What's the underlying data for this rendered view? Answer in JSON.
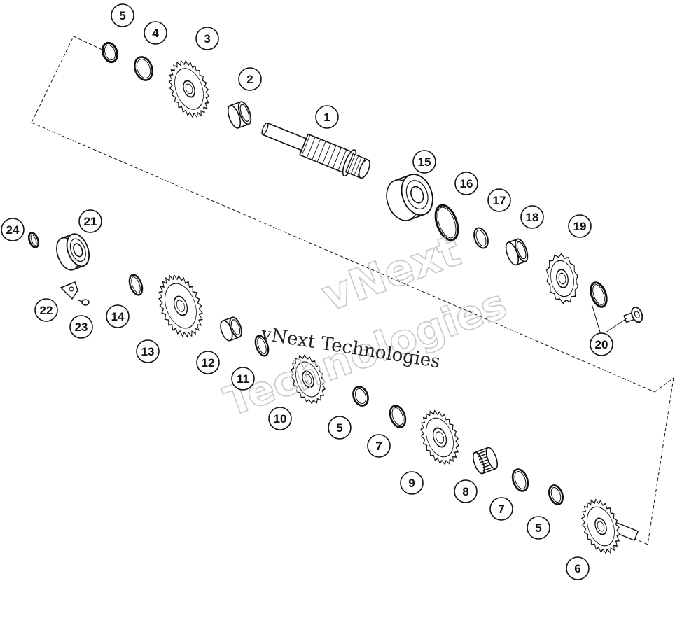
{
  "diagram": {
    "callouts": [
      "1",
      "2",
      "3",
      "4",
      "5",
      "5",
      "5",
      "6",
      "7",
      "7",
      "8",
      "9",
      "10",
      "11",
      "12",
      "13",
      "14",
      "15",
      "16",
      "17",
      "18",
      "19",
      "20",
      "21",
      "22",
      "23",
      "24"
    ]
  },
  "watermark": {
    "line1": "vNext",
    "line2": "Technologies",
    "caption": "vNext Technologies"
  },
  "colors": {
    "stroke": "#111111",
    "watermark": "#c8c8c8"
  }
}
